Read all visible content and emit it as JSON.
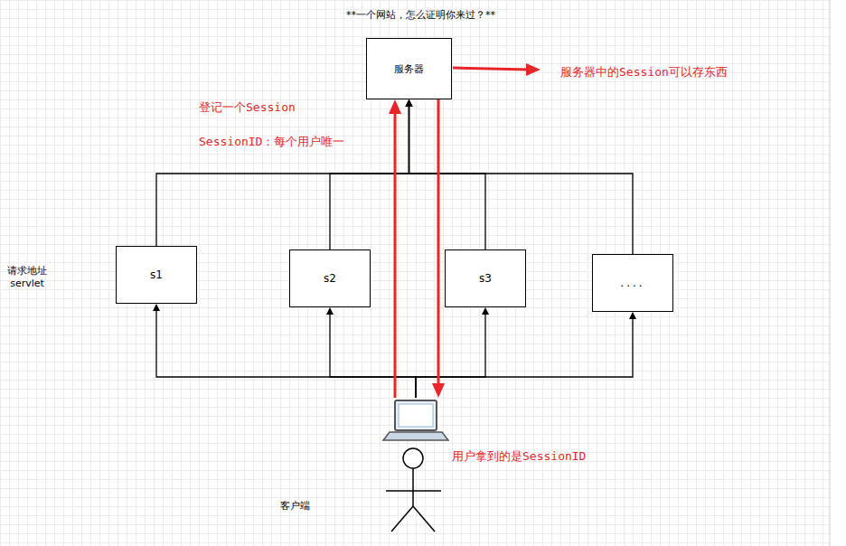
{
  "diagram": {
    "title": "**一个网站，怎么证明你来过？**",
    "nodes": [
      {
        "text": [
          "服务器"
        ]
      },
      {
        "text": [
          "s1"
        ]
      },
      {
        "text": [
          "s2"
        ]
      },
      {
        "text": [
          "s3"
        ]
      },
      {
        "text": [
          "...."
        ]
      },
      {
        "text": [
          "客户端"
        ]
      }
    ],
    "edges": [
      {
        "from": 5,
        "to": 1,
        "arrow": "to"
      },
      {
        "from": 5,
        "to": 2,
        "arrow": "to"
      },
      {
        "from": 5,
        "to": 3,
        "arrow": "to"
      },
      {
        "from": 5,
        "to": 4,
        "arrow": "to"
      },
      {
        "from": 1,
        "to": 0,
        "arrow": "to"
      },
      {
        "from": 2,
        "to": 0,
        "arrow": "to"
      },
      {
        "from": 3,
        "to": 0,
        "arrow": "to"
      },
      {
        "from": 4,
        "to": 0,
        "arrow": "to"
      },
      {
        "from": 5,
        "to": 0,
        "arrow": "to"
      },
      {
        "from": 0,
        "to": 5,
        "arrow": "to"
      }
    ],
    "labels": [
      "服务器中的Session可以存东西",
      "登记一个Session",
      "SessionID：每个用户唯一",
      "请求地址 servlet",
      "用户拿到的是SessionID"
    ]
  }
}
